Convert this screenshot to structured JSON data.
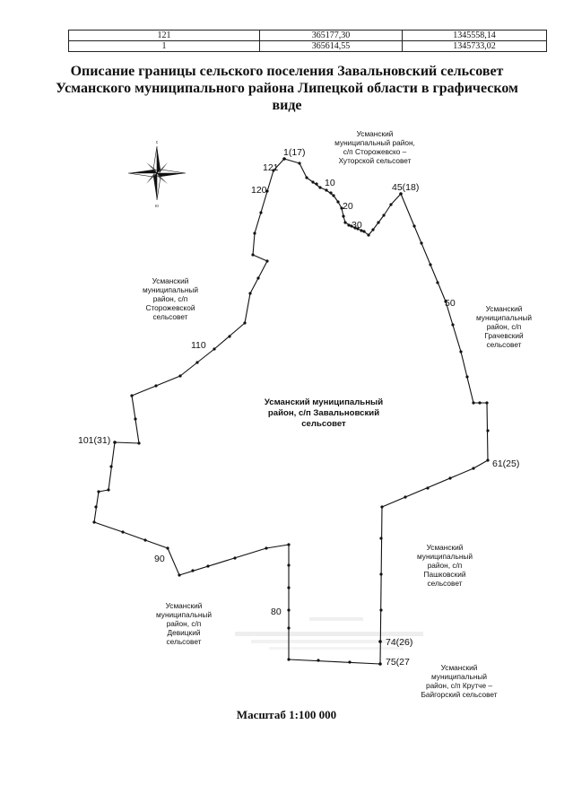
{
  "coord_table": {
    "rows": [
      {
        "point": "121",
        "x": "365177,30",
        "y": "1345558,14"
      },
      {
        "point": "1",
        "x": "365614,55",
        "y": "1345733,02"
      }
    ]
  },
  "title": {
    "line1": "Описание границы сельского поселения Завальновский сельсовет",
    "line2": "Усманского муниципального района Липецкой области в графическом",
    "line3": "виде"
  },
  "map": {
    "center_label": {
      "line1": "Усманский муниципальный",
      "line2": "район, с/п Завальновский",
      "line3": "сельсовет"
    },
    "neighbors": {
      "north": {
        "line1": "Усманский",
        "line2": "муниципальный район,",
        "line3": "с/п Сторожевско –",
        "line4": "Хуторской сельсовет"
      },
      "west": {
        "line1": "Усманский",
        "line2": "муниципальный",
        "line3": "район, с/п",
        "line4": "Сторожевской",
        "line5": "сельсовет"
      },
      "east": {
        "line1": "Усманский",
        "line2": "муниципальный",
        "line3": "район, с/п",
        "line4": "Грачевский",
        "line5": "сельсовет"
      },
      "southeast": {
        "line1": "Усманский",
        "line2": "муниципальный",
        "line3": "район, с/п",
        "line4": "Пашковский",
        "line5": "сельсовет"
      },
      "southwest": {
        "line1": "Усманский",
        "line2": "муниципальный",
        "line3": "район, с/п",
        "line4": "Девицкий",
        "line5": "сельсовет"
      },
      "south": {
        "line1": "Усманский",
        "line2": "муниципальный",
        "line3": "район, с/п Крутче –",
        "line4": "Байгорский сельсовет"
      }
    },
    "point_labels": {
      "p1": "1(17)",
      "p121": "121",
      "p120": "120",
      "p10": "10",
      "p20": "20",
      "p30": "30",
      "p45": "45(18)",
      "p50": "50",
      "p110": "110",
      "p101": "101(31)",
      "p61": "61(25)",
      "p90": "90",
      "p80": "80",
      "p74": "74(26)",
      "p75": "75(27"
    },
    "compass_letters": {
      "n": "с",
      "s": "ю"
    }
  },
  "scale_label": "Масштаб 1:100 000"
}
